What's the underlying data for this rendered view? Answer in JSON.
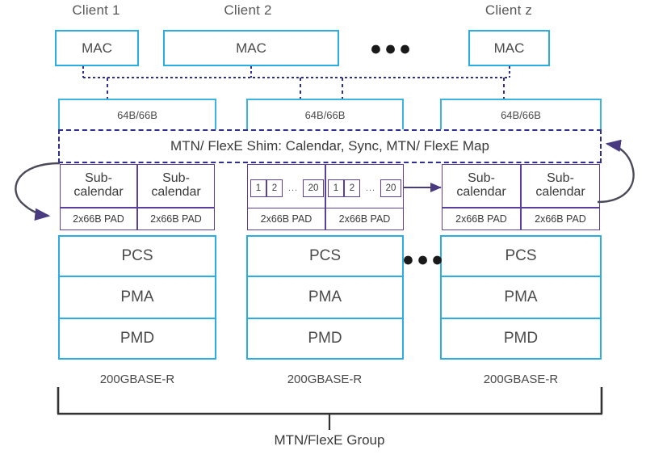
{
  "diagram": {
    "title": "MTN/FlexE Group",
    "colors": {
      "cyan": "#2badE2",
      "purple": "#5b3f9d",
      "shim_border": "#2f2f8f",
      "text": "#3c3c3c",
      "bracket": "#333333"
    },
    "clients": [
      {
        "label": "Client 1",
        "mac": "MAC"
      },
      {
        "label": "Client 2",
        "mac": "MAC"
      },
      {
        "label": "Client z",
        "mac": "MAC"
      }
    ],
    "client_ellipsis": "●●●",
    "encoding_label": "64B/66B",
    "encoding_labels": [
      "64B/66B",
      "64B/66B",
      "64B/66B"
    ],
    "shim_label": "MTN/ FlexE Shim: Calendar, Sync, MTN/ FlexE Map",
    "subcalendar_label": "Sub-\ncalendar",
    "subcalendar_line1": "Sub-",
    "subcalendar_line2": "calendar",
    "pad_label": "2x66B PAD",
    "slot_groups": [
      {
        "first": "1",
        "second": "2",
        "dots": "...",
        "last": "20"
      },
      {
        "first": "1",
        "second": "2",
        "dots": "...",
        "last": "20"
      }
    ],
    "phy_layers": [
      "PCS",
      "PMA",
      "PMD"
    ],
    "phy_ellipsis": "●●●",
    "base_labels": [
      "200GBASE-R",
      "200GBASE-R",
      "200GBASE-R"
    ],
    "group_label": "MTN/FlexE Group",
    "columns": [
      {
        "name": "column-1",
        "encoding": "64B/66B",
        "subcalendars": [
          "Sub-calendar",
          "Sub-calendar"
        ],
        "pads": [
          "2x66B PAD",
          "2x66B PAD"
        ],
        "phy": [
          "PCS",
          "PMA",
          "PMD"
        ],
        "base": "200GBASE-R"
      },
      {
        "name": "column-2",
        "encoding": "64B/66B",
        "subcalendars": [],
        "pads": [
          "2x66B PAD",
          "2x66B PAD"
        ],
        "phy": [
          "PCS",
          "PMA",
          "PMD"
        ],
        "base": "200GBASE-R"
      },
      {
        "name": "column-3",
        "encoding": "64B/66B",
        "subcalendars": [
          "Sub-calendar",
          "Sub-calendar"
        ],
        "pads": [
          "2x66B PAD",
          "2x66B PAD"
        ],
        "phy": [
          "PCS",
          "PMA",
          "PMD"
        ],
        "base": "200GBASE-R"
      }
    ]
  }
}
